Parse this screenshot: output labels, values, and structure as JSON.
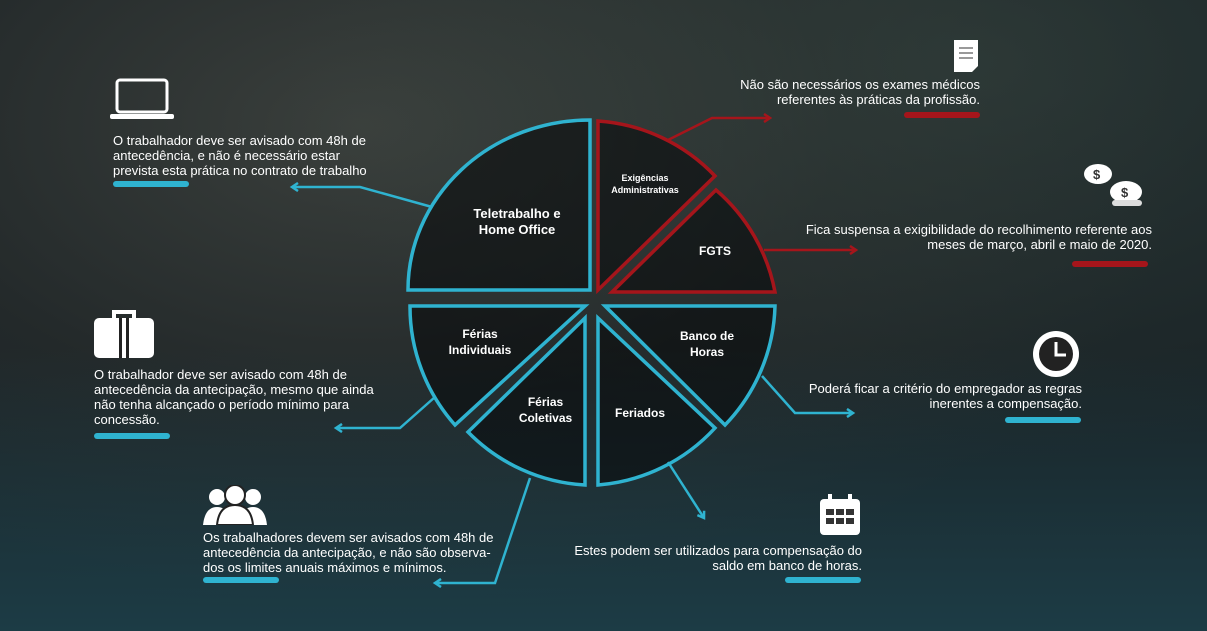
{
  "colors": {
    "teal": "#2fb3d0",
    "red": "#a5151b"
  },
  "segments": {
    "teletrabalho": "Teletrabalho e Home Office",
    "exigencias": "Exigências Administrativas",
    "fgts": "FGTS",
    "banco": "Banco de Horas",
    "feriados": "Feriados",
    "ferias_coletivas": "Férias Coletivas",
    "ferias_individuais": "Férias Individuais"
  },
  "notes": {
    "teletrabalho": "O trabalhador deve ser avisado com 48h de antecedência, e não é necessário estar prevista esta prática no contrato de trabalho",
    "exigencias": "Não são necessários os exames médicos referentes às práticas da profissão.",
    "fgts": "Fica suspensa a exigibilidade do recolhimento referente aos meses de março, abril e maio de 2020.",
    "banco": "Poderá ficar a critério do empregador as regras inerentes a compensação.",
    "feriados": "Estes podem ser utilizados para compensação do saldo em banco de horas.",
    "ferias_coletivas": "Os trabalhadores devem ser avisados com 48h de antecedência da antecipação, e não são observa-dos os limites anuais máximos e mínimos.",
    "ferias_individuais": "O trabalhador deve ser avisado com 48h de antecedência da antecipação, mesmo que ainda não tenha alcançado o período mínimo para concessão."
  },
  "icons": [
    "laptop-icon",
    "document-icon",
    "coins-icon",
    "clock-icon",
    "calendar-icon",
    "people-icon",
    "suitcase-icon"
  ]
}
